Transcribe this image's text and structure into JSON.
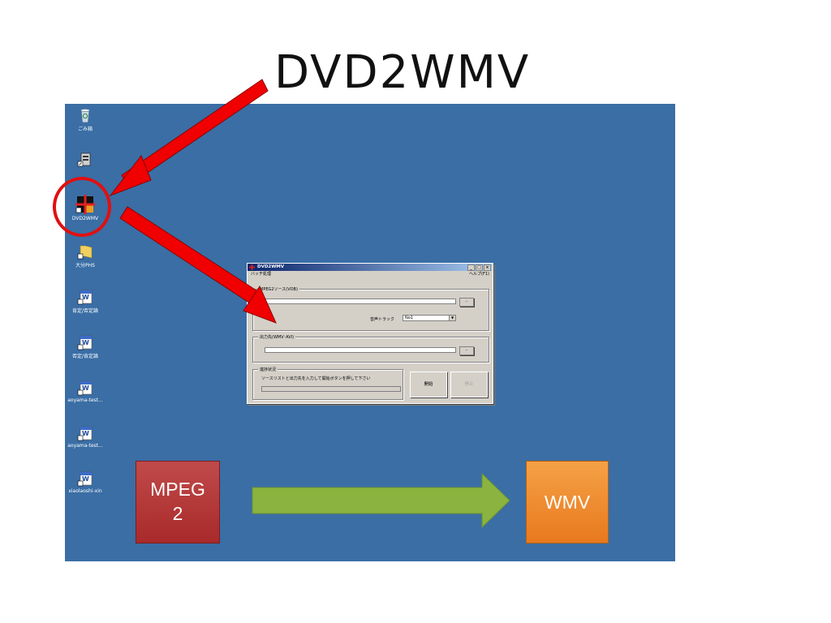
{
  "slide": {
    "title": "DVD2WMV",
    "mpeg_box": "MPEG\n2",
    "wmv_box": "WMV"
  },
  "desktop_icons": [
    {
      "name": "recycle-bin-icon",
      "label": "ごみ箱"
    },
    {
      "name": "app-shortcut-icon",
      "label": ""
    },
    {
      "name": "dvd2wmv-icon",
      "label": "DVD2WMV"
    },
    {
      "name": "folder-icon",
      "label": "大分PHS"
    },
    {
      "name": "word-doc-icon",
      "label": "肯定/否定論"
    },
    {
      "name": "word-doc-icon",
      "label": "否定/肯定論"
    },
    {
      "name": "word-doc-icon",
      "label": "aoyama-test..."
    },
    {
      "name": "word-doc-icon",
      "label": "aoyama-test..."
    },
    {
      "name": "word-doc-icon",
      "label": "xiaolaoshi-xin"
    }
  ],
  "dialog": {
    "title": "DVD2WMV",
    "menu_left": "バッチ処理",
    "menu_help": "ヘルプ(F1)",
    "source_group": "MPEG2ソース(VOB)",
    "audio_label": "音声トラック",
    "audio_value": "No1",
    "output_group": "出力先(WMV･AVI)",
    "browse_label": "..",
    "status_group": "進捗状況",
    "status_text": "ソースリストと出力先を入力して開始ボタンを押して下さい",
    "start_button": "開始",
    "stop_button": "停止",
    "minimize": "_",
    "maximize": "□",
    "close": "×"
  },
  "colors": {
    "desktop": "#3a6ea5",
    "arrow_red": "#f00000",
    "arrow_green": "#8ab43f",
    "mpeg_box": "#b03030",
    "wmv_box": "#ee8a2a"
  }
}
